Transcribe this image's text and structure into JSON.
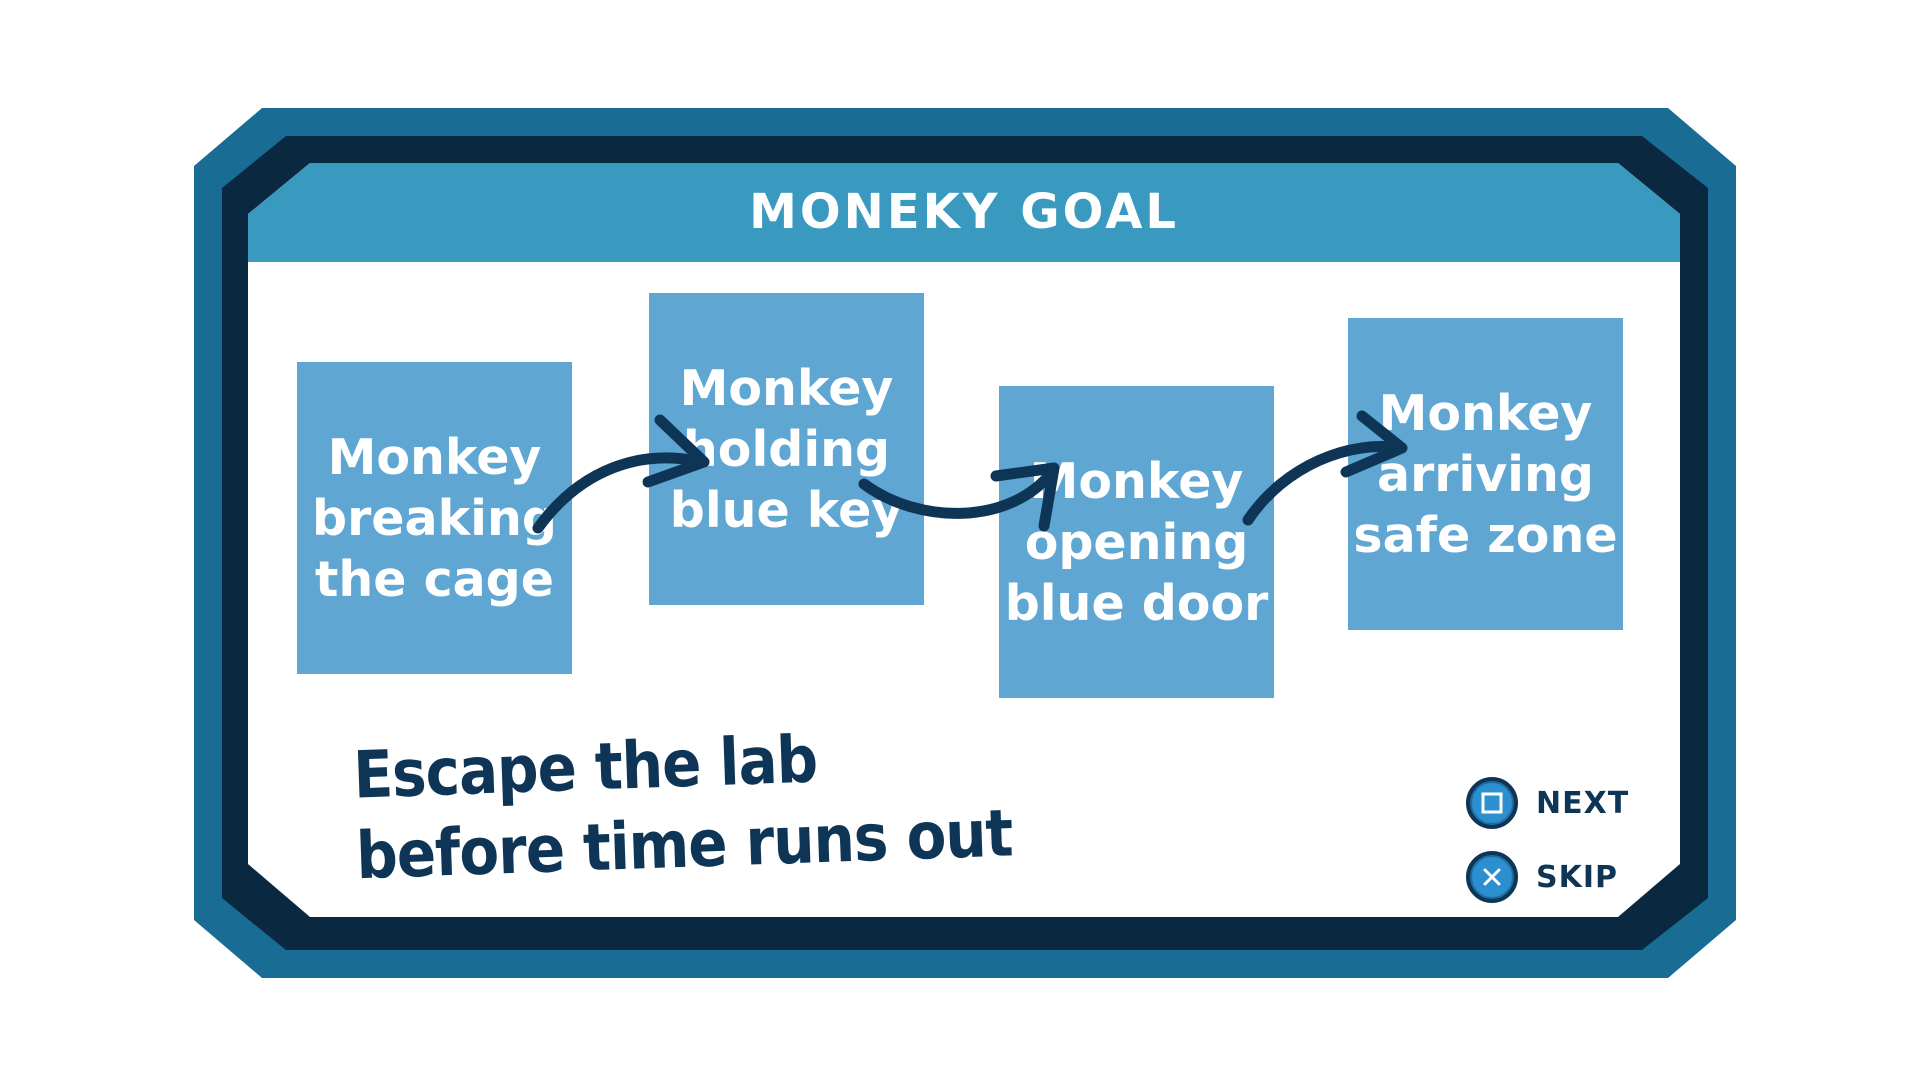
{
  "panel": {
    "title": "MONEKY GOAL"
  },
  "steps": [
    {
      "label": "Monkey\nbreaking\nthe cage"
    },
    {
      "label": "Monkey\nholding\nblue key"
    },
    {
      "label": "Monkey\nopening\nblue door"
    },
    {
      "label": "Monkey\narriving\nsafe zone"
    }
  ],
  "goal": {
    "line1": "Escape the lab",
    "line2": "before time runs out"
  },
  "controls": [
    {
      "label": "NEXT",
      "icon": "square-button-icon"
    },
    {
      "label": "SKIP",
      "icon": "cross-button-icon"
    }
  ],
  "colors": {
    "frame_outer": "#196c94",
    "frame_inner": "#0a2840",
    "header": "#3a99bf",
    "card": "#5fa7d2",
    "arrow": "#0e3556",
    "text_dark": "#0e3556"
  }
}
